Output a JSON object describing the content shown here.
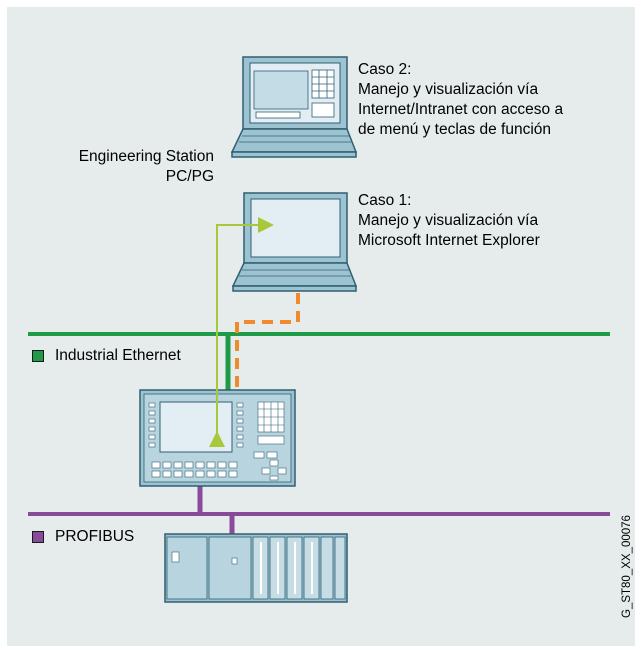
{
  "labels": {
    "engineering_station": [
      "Engineering Station",
      "PC/PG"
    ],
    "caso2": [
      "Caso 2:",
      "Manejo y visualización vía",
      "Internet/Intranet con acceso a",
      "de menú y teclas de función"
    ],
    "caso1": [
      "Caso 1:",
      "Manejo y visualización vía",
      "Microsoft Internet Explorer"
    ]
  },
  "legend": {
    "industrial_ethernet": "Industrial Ethernet",
    "profibus": "PROFIBUS"
  },
  "figure_id": "G_ST80_XX_00076",
  "colors": {
    "background": "#e6eceb",
    "ethernet": "#1f9a47",
    "profibus": "#8a4a9a",
    "dashed_link": "#f08a2a",
    "arrow": "#a8c83a",
    "device_fill": "#9ec3d0",
    "device_screen": "#e2eef3",
    "device_outline": "#2f5f74"
  },
  "icons": [
    "laptop-icon",
    "laptop-icon",
    "hmi-panel-icon",
    "plc-rack-icon"
  ]
}
